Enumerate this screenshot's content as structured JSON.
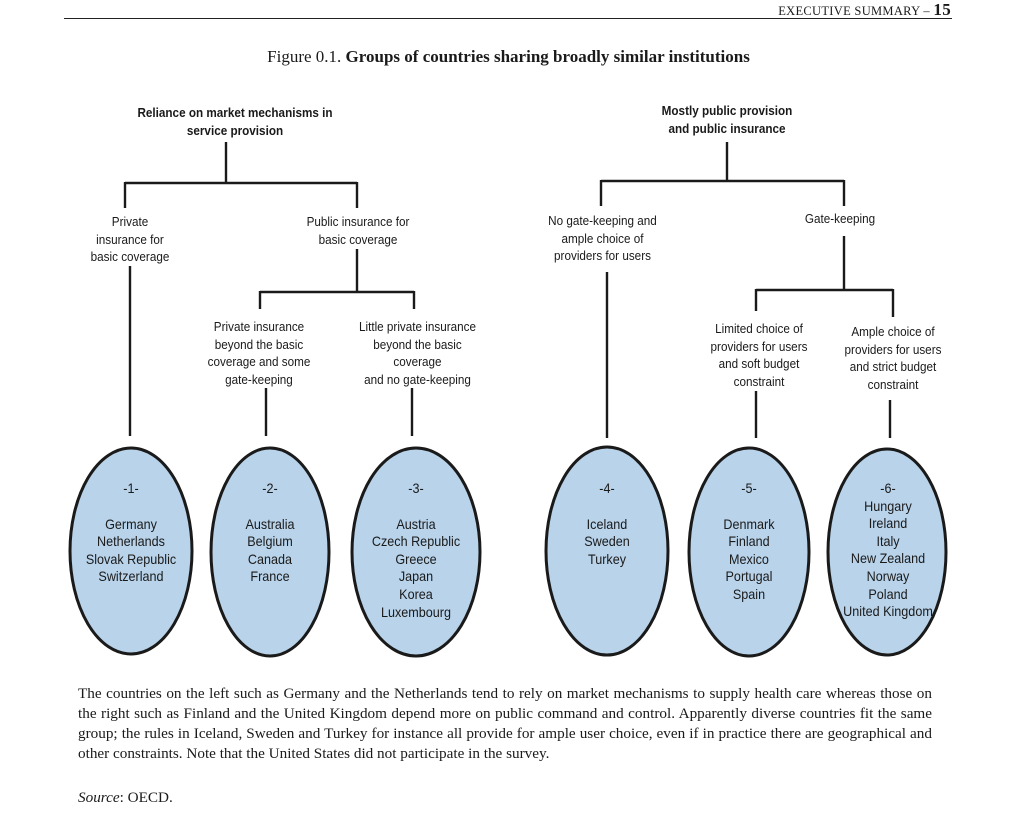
{
  "header": {
    "running_head": "EXECUTIVE SUMMARY – ",
    "page_number": "15"
  },
  "figure": {
    "number": "Figure 0.1.",
    "title": "Groups of countries sharing broadly similar institutions"
  },
  "tree": {
    "root_left": [
      "Reliance on market mechanisms in",
      "service provision"
    ],
    "root_right": [
      "Mostly public provision",
      "and public insurance"
    ],
    "private_basic": [
      "Private",
      "insurance for",
      "basic coverage"
    ],
    "public_basic": [
      "Public insurance for",
      "basic coverage"
    ],
    "no_gatekeeping": [
      "No gate-keeping and",
      "ample choice of",
      "providers for users"
    ],
    "gatekeeping": [
      "Gate-keeping"
    ],
    "private_beyond": [
      "Private insurance",
      "beyond the basic",
      "coverage and some",
      "gate-keeping"
    ],
    "little_private": [
      "Little private insurance",
      "beyond the basic",
      "coverage",
      "and no gate-keeping"
    ],
    "limited_choice": [
      "Limited choice of",
      "providers for users",
      "and soft budget",
      "constraint"
    ],
    "ample_choice": [
      "Ample choice of",
      "providers for users",
      "and strict budget",
      "constraint"
    ]
  },
  "groups": [
    {
      "number": "-1-",
      "countries": [
        "Germany",
        "Netherlands",
        "Slovak Republic",
        "Switzerland"
      ]
    },
    {
      "number": "-2-",
      "countries": [
        "Australia",
        "Belgium",
        "Canada",
        "France"
      ]
    },
    {
      "number": "-3-",
      "countries": [
        "Austria",
        "Czech Republic",
        "Greece",
        "Japan",
        "Korea",
        "Luxembourg"
      ]
    },
    {
      "number": "-4-",
      "countries": [
        "Iceland",
        "Sweden",
        "Turkey"
      ]
    },
    {
      "number": "-5-",
      "countries": [
        "Denmark",
        "Finland",
        "Mexico",
        "Portugal",
        "Spain"
      ]
    },
    {
      "number": "-6-",
      "countries": [
        "Hungary",
        "Ireland",
        "Italy",
        "New Zealand",
        "Norway",
        "Poland",
        "United Kingdom"
      ]
    }
  ],
  "colors": {
    "oval_fill": "#b8d3ea",
    "line": "#1a1a1a"
  },
  "caption": "The countries on the left such as Germany and the Netherlands tend to rely on market mechanisms to supply health care whereas those on the right such as Finland and the United Kingdom depend more on public command and control. Apparently diverse countries fit the same group; the rules in Iceland, Sweden and Turkey for instance all provide for ample user choice, even if in practice there are geographical and other constraints. Note that the United States did not participate in the survey.",
  "source": {
    "label": "Source",
    "text": ": OECD."
  }
}
